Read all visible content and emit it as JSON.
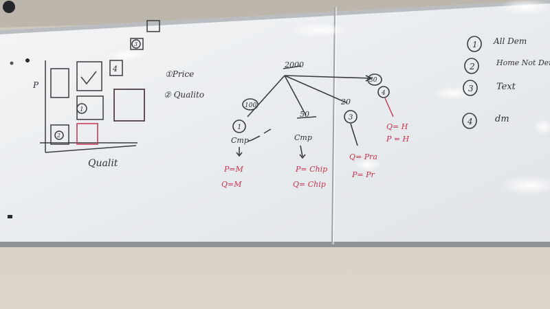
{
  "left_board": {
    "x_axis_label": "Qualit",
    "y_axis_label": "P",
    "box_labels": [
      "4",
      "1",
      "2",
      "3"
    ],
    "legend": [
      "①Price",
      "② Qualito"
    ]
  },
  "tree": {
    "root": "2000",
    "branches": [
      {
        "count": "100",
        "node": "1",
        "segment": "Cmp",
        "p_line": "P=M",
        "q_line": "Q=M"
      },
      {
        "count": "50",
        "node": "",
        "segment": "Cmp",
        "p_line": "P= Chip",
        "q_line": "Q= Chip"
      },
      {
        "count": "20",
        "node": "3",
        "segment": "",
        "p_line": "P= Pr",
        "q_line": "Q= Pra"
      },
      {
        "count": "30",
        "node": "4",
        "segment": "",
        "p_line": "P = H",
        "q_line": "Q= H"
      }
    ]
  },
  "right_board": {
    "list": [
      {
        "num": "1",
        "text": "All Dem"
      },
      {
        "num": "2",
        "text": "Home Not Dem"
      },
      {
        "num": "3",
        "text": "Text"
      },
      {
        "num": "4",
        "text": "dm"
      }
    ]
  },
  "colors": {
    "marker_black": "#2f3036",
    "marker_red": "#c8324a",
    "board": "#eef0f2",
    "wall": "#d8d0c6"
  }
}
